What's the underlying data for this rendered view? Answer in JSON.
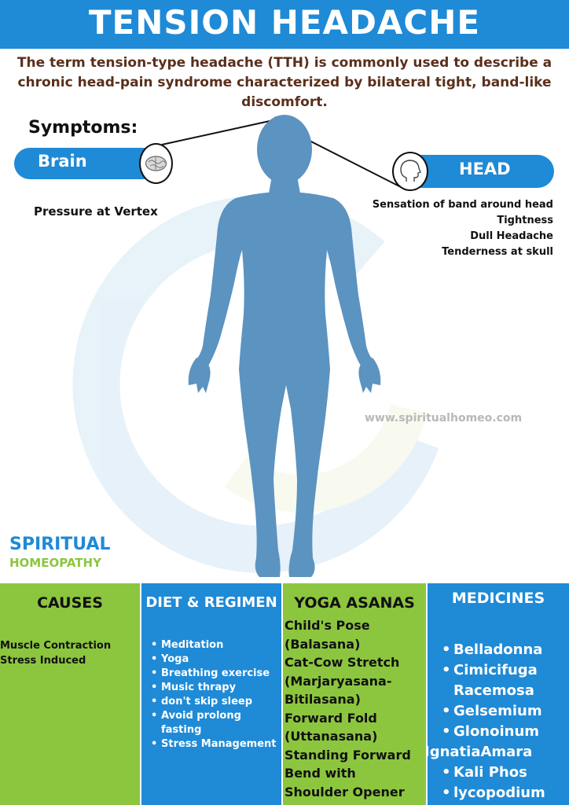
{
  "header": {
    "title": "TENSION HEADACHE",
    "intro": "The term tension-type headache (TTH) is commonly used to describe a chronic head-pain syndrome characterized by bilateral tight, band-like discomfort."
  },
  "symptoms": {
    "title": "Symptoms:",
    "brain": {
      "label": "Brain",
      "icon": "brain-icon",
      "note": "Pressure at Vertex"
    },
    "head": {
      "label": "HEAD",
      "icon": "head-profile-icon",
      "notes": [
        "Sensation of band around head",
        "Tightness",
        "Dull Headache",
        "Tenderness at skull"
      ]
    }
  },
  "website": "www.spiritualhomeo.com",
  "brand": {
    "line1": "SPIRITUAL",
    "line2": "HOMEOPATHY"
  },
  "colors": {
    "blue": "#1f8ad6",
    "green": "#8cc63f",
    "figure": "#5b93c1",
    "intro_text": "#5a2f1c"
  },
  "sections": {
    "causes": {
      "title": "CAUSES",
      "items": [
        "Muscle Contraction",
        "Stress Induced"
      ]
    },
    "diet": {
      "title": "DIET & REGIMEN",
      "items": [
        "Meditation",
        "Yoga",
        "Breathing exercise",
        "Music thrapy",
        "don't skip sleep",
        "Avoid prolong fasting",
        "Stress Management"
      ]
    },
    "yoga": {
      "title": "YOGA ASANAS",
      "lines": [
        "Child's Pose",
        "(Balasana)",
        "Cat-Cow Stretch",
        "(Marjaryasana-",
        "Bitilasana)",
        "Forward Fold",
        "(Uttanasana)",
        "Standing Forward",
        "Bend with",
        "Shoulder Opener"
      ]
    },
    "medicines": {
      "title": "MEDICINES",
      "items": [
        "Belladonna",
        "Cimicifuga Racemosa",
        "Gelsemium",
        "Glonoinum",
        "IgnatiaAmara",
        "Kali Phos",
        "lycopodium"
      ]
    }
  }
}
